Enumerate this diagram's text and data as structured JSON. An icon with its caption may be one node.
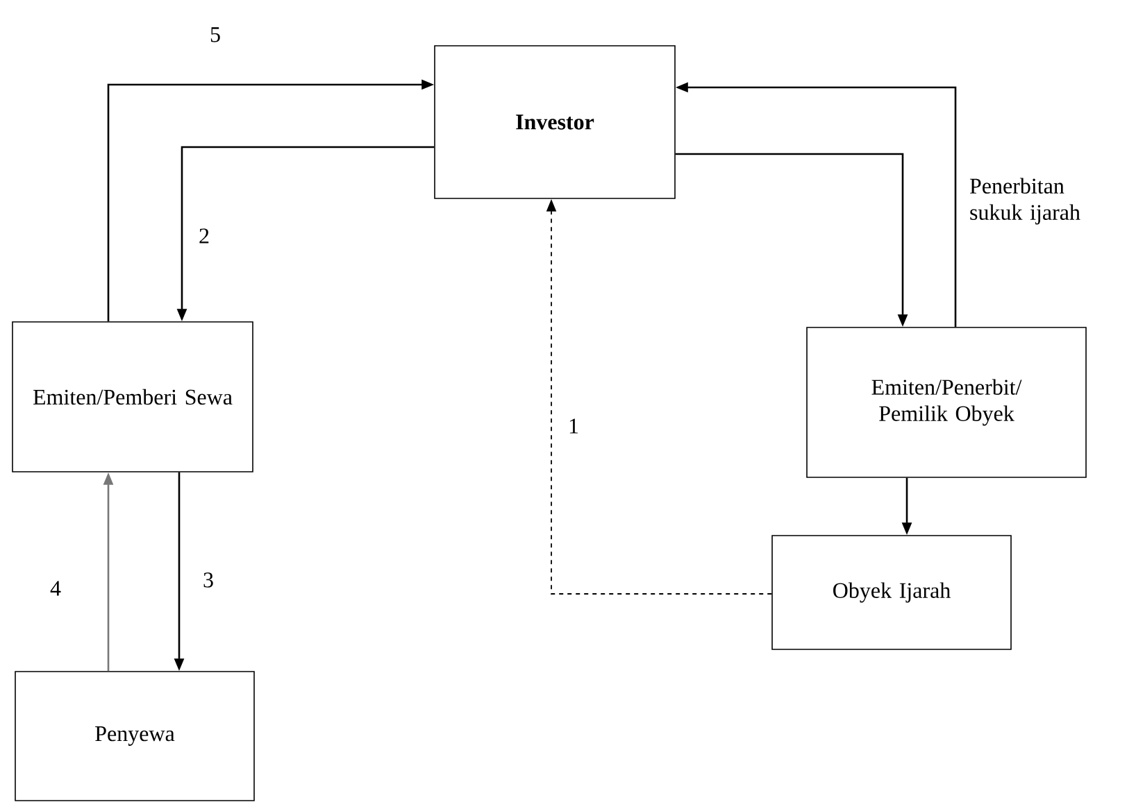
{
  "diagram": {
    "nodes": [
      {
        "text": [
          "Investor"
        ]
      },
      {
        "text": [
          "Emiten/Pemberi Sewa"
        ]
      },
      {
        "text": [
          "Emiten/Penerbit/ Pemilik Obyek"
        ]
      },
      {
        "text": [
          "Obyek Ijarah"
        ]
      },
      {
        "text": [
          "Penyewa"
        ]
      }
    ],
    "edges": [
      {
        "from": 1,
        "to": 0,
        "arrow": "to",
        "label": "5"
      },
      {
        "from": 0,
        "to": 1,
        "arrow": "to",
        "label": "2"
      },
      {
        "from": 0,
        "to": 2,
        "arrow": "to"
      },
      {
        "from": 2,
        "to": 0,
        "arrow": "to",
        "label": "Penerbitan sukuk ijarah"
      },
      {
        "from": 2,
        "to": 3,
        "arrow": "to"
      },
      {
        "from": 3,
        "to": 0,
        "arrow": "to",
        "label": "1",
        "style": "dashed"
      },
      {
        "from": 4,
        "to": 1,
        "arrow": "to",
        "label": "4",
        "color": "#777777"
      },
      {
        "from": 1,
        "to": 4,
        "arrow": "to",
        "label": "3"
      }
    ]
  }
}
